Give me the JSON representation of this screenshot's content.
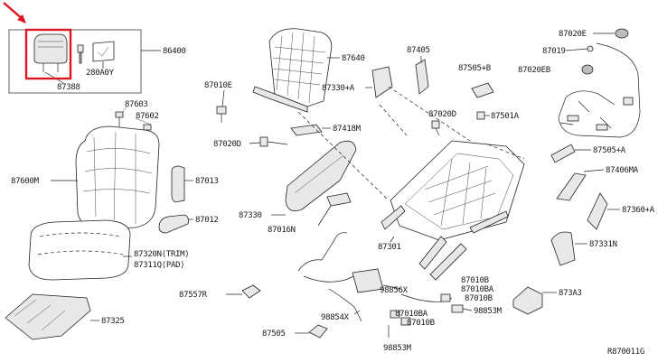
{
  "labels": {
    "p86400": "86400",
    "p87388": "87388",
    "p280a0y": "280A0Y",
    "p87603": "87603",
    "p87602": "87602",
    "p87600m": "87600M",
    "p87013": "87013",
    "p87012": "87012",
    "p87320n": "87320N⟨TRIM⟩",
    "p87311q": "87311Q⟨PAD⟩",
    "p87325": "87325",
    "p87557r": "87557R",
    "p87505": "87505",
    "p87640": "87640",
    "p87010e": "87010E",
    "p87330a": "87330+A",
    "p87418m": "87418M",
    "p87020d_l": "87020D",
    "p87330": "87330",
    "p87016n": "87016N",
    "p87405": "87405",
    "p87505b": "87505+B",
    "p87020d_m": "87020D",
    "p87501a": "87501A",
    "p87301": "87301",
    "p98856x": "98856X",
    "p98854x": "98854X",
    "p87010b_a": "87010B",
    "p87010ba_a": "87010BA",
    "p87010b_b": "87010B",
    "p98853m_a": "98853M",
    "p87010ba_b": "87010BA",
    "p87010b_c": "87010B",
    "p98853m_b": "98853M",
    "p87020e": "87020E",
    "p87019": "87019",
    "p87020eb": "87020EB",
    "p87505a": "87505+A",
    "p87406ma": "87406MA",
    "p87360a": "87360+A",
    "p87331n": "87331N",
    "p873a3": "873A3",
    "ref_code": "R870011G"
  },
  "colors": {
    "highlight": "#e0141e",
    "line": "#222222"
  },
  "icons": {
    "arrow": "red-pointer-arrow-icon"
  }
}
